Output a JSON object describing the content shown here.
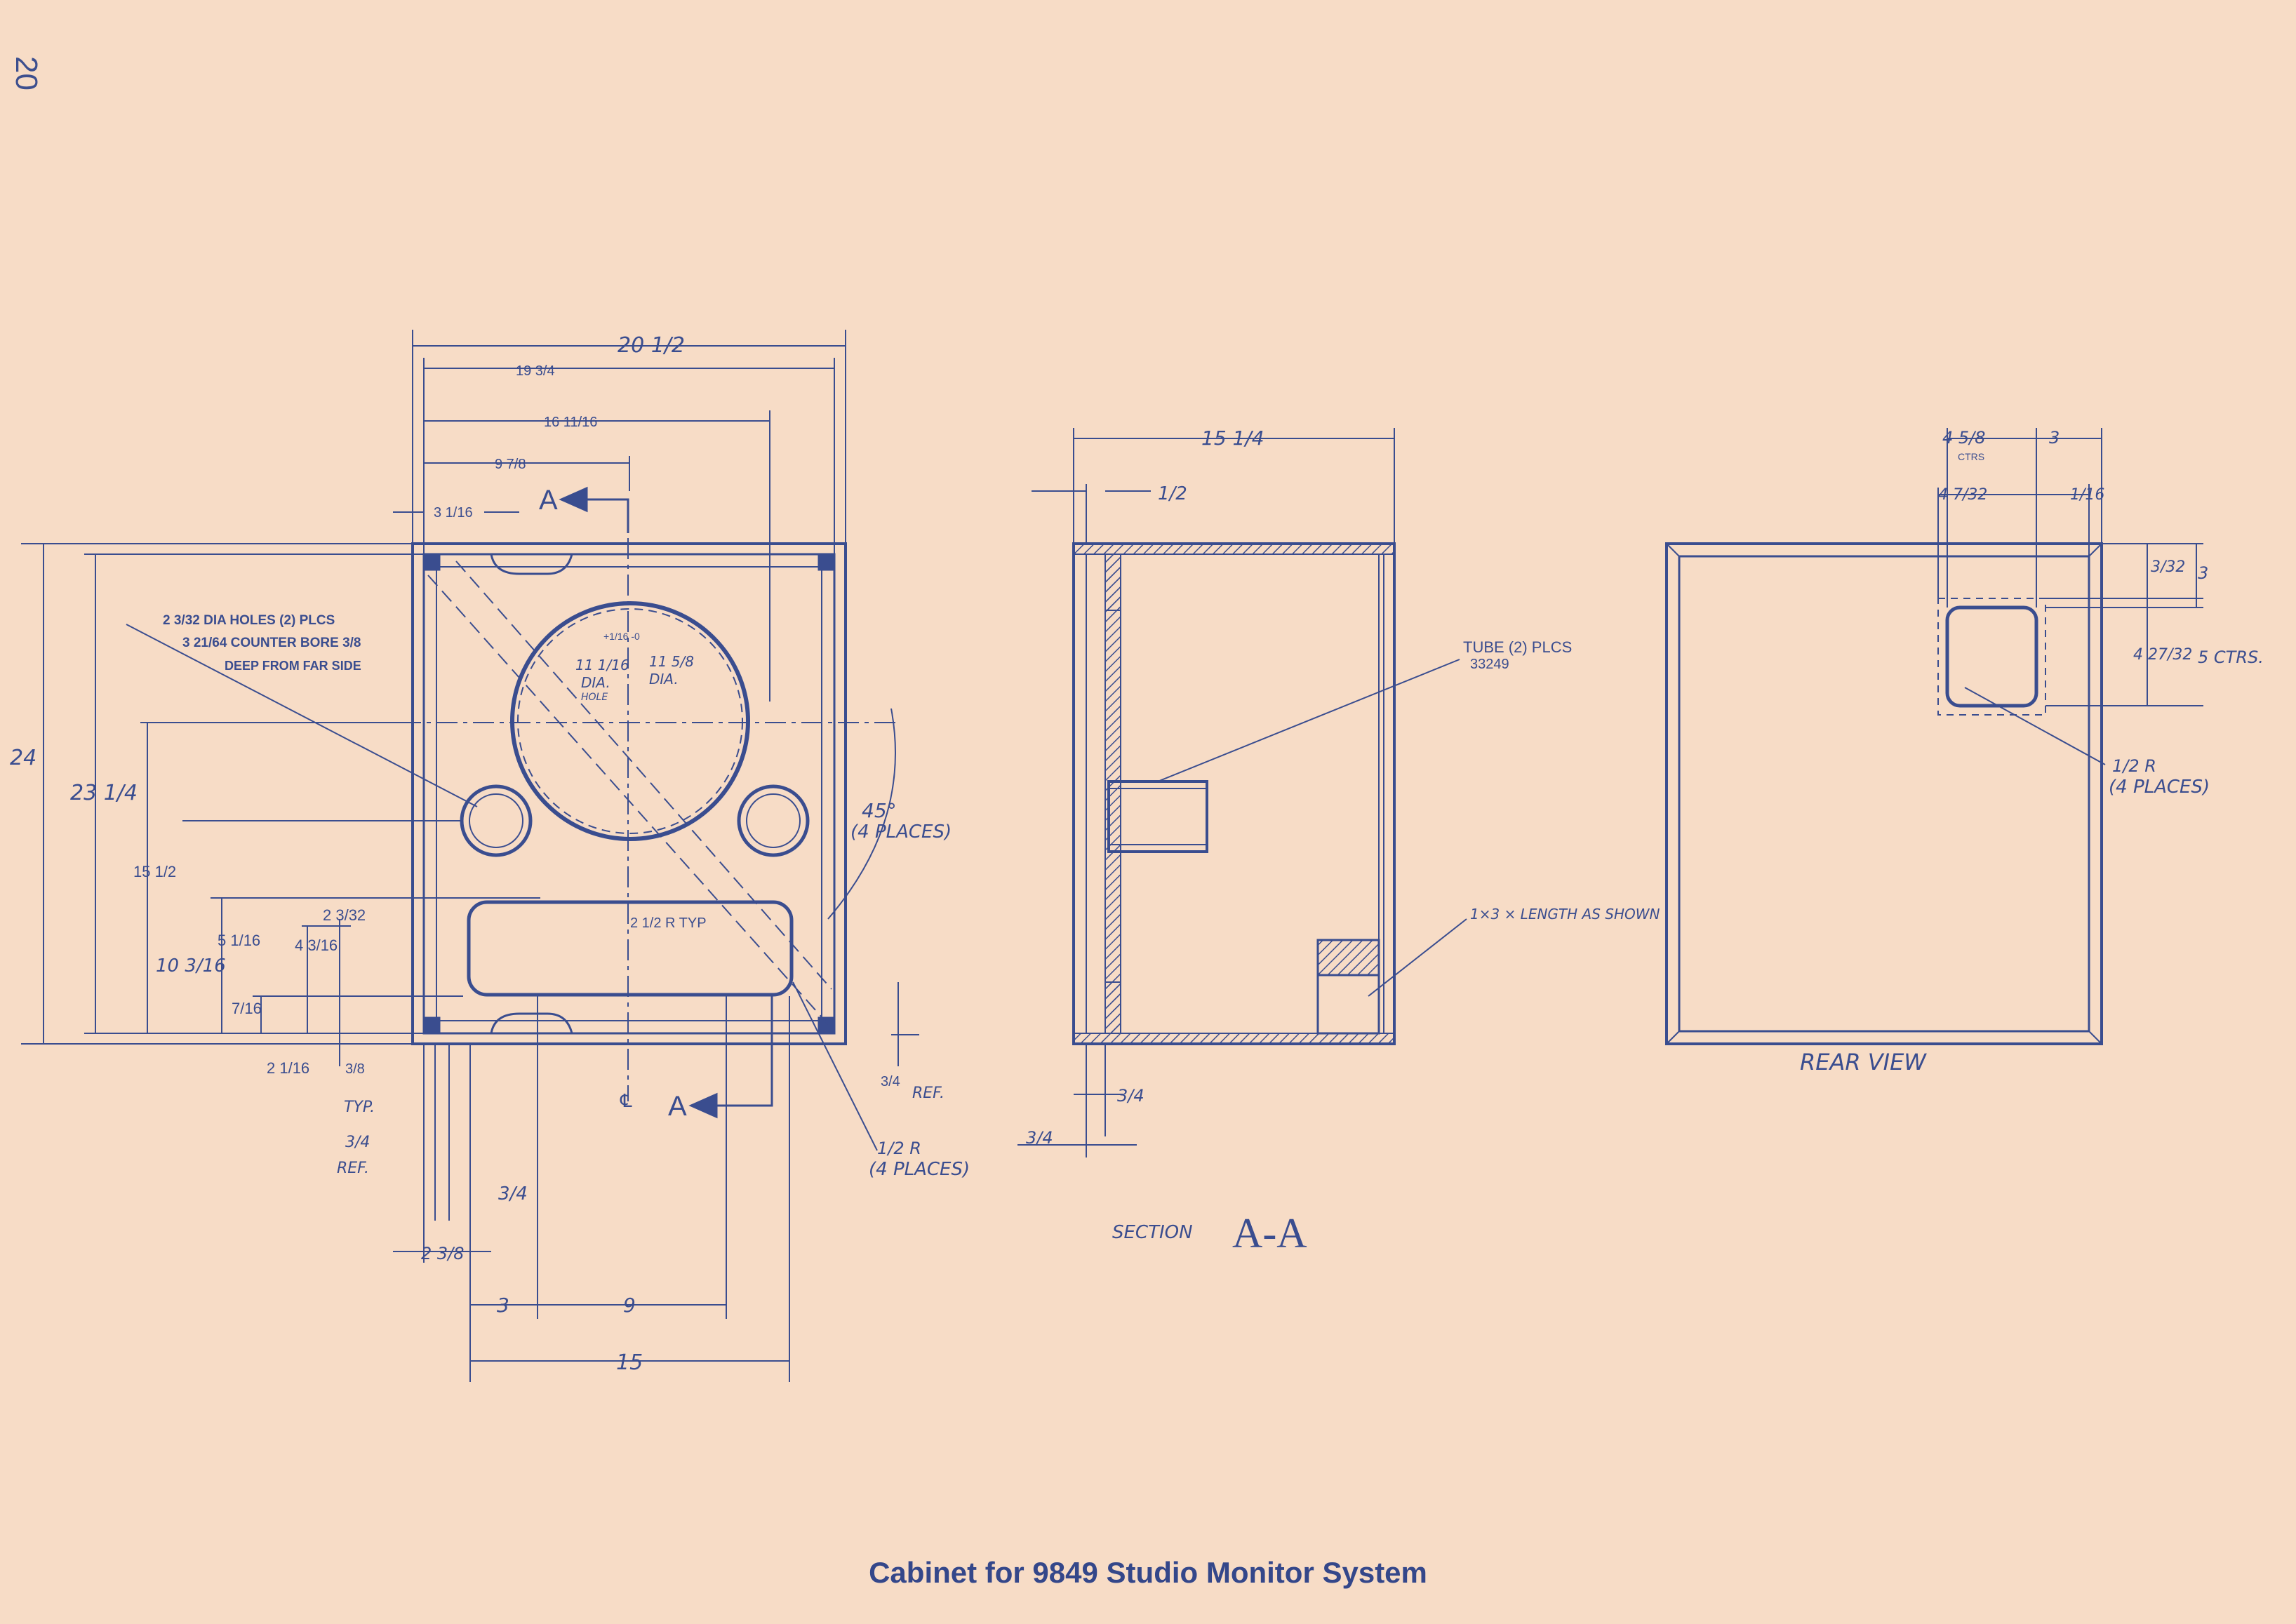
{
  "page_number": "20",
  "caption": "Cabinet for 9849 Studio Monitor System",
  "colors": {
    "paper": "#f7dcc6",
    "ink": "#3a4d8f"
  },
  "front": {
    "dims": {
      "w_20_1_2": "20 1/2",
      "w_19_3_4": "19 3/4",
      "w_16_11_16": "16 11/16",
      "w_9_7_8": "9 7/8",
      "w_3_1_16": "3 1/16",
      "h_24": "24",
      "h_23_1_4": "23 1/4",
      "h_15_1_2": "15 1/2",
      "h_10_3_16": "10 3/16",
      "h_5_1_16": "5 1/16",
      "h_4_3_16": "4 3/16",
      "h_2_3_32": "2 3/32",
      "h_7_16": "7/16",
      "h_2_1_16": "2 1/16",
      "d_3_8": "3/8",
      "d_3_4_ref": "3/4",
      "ref": "REF.",
      "typ": "TYP.",
      "b_3_4": "3/4",
      "b_2_3_8": "2 3/8",
      "b_3": "3",
      "b_9": "9",
      "b_15": "15",
      "side_3_4_ref": "3/4",
      "side_ref": "REF."
    },
    "notes": {
      "holes_1": "2 3/32 DIA HOLES (2) PLCS",
      "holes_2": "3 21/64 COUNTER BORE 3/8",
      "holes_3": "DEEP FROM FAR SIDE",
      "woofer_hole_1": "11 1/16",
      "woofer_hole_2": "DIA.",
      "woofer_hole_3": "HOLE",
      "tol": "+1/16 -0",
      "woofer_dia_1": "11 5/8",
      "woofer_dia_2": "DIA.",
      "angle_1": "45°",
      "angle_2": "(4 PLACES)",
      "radius_typ": "2 1/2 R TYP",
      "radius_half_1": "1/2 R",
      "radius_half_2": "(4 PLACES)",
      "section_mark_a": "A",
      "centerline": "℄"
    }
  },
  "section": {
    "dims": {
      "depth": "15 1/4",
      "front_1_2": "1/2",
      "bottom_3_4": "3/4",
      "side_3_4": "3/4"
    },
    "notes": {
      "tube_1": "TUBE (2) PLCS",
      "tube_2": "33249",
      "cleat": "1×3 × LENGTH AS SHOWN",
      "label_prefix": "SECTION",
      "label_letters": "A-A"
    }
  },
  "rear": {
    "dims": {
      "top_4_5_8": "4 5/8",
      "top_ctrs": "CTRS",
      "top_3": "3",
      "mid_4_7_32": "4 7/32",
      "mid_1_16": "1/16",
      "r_3_32": "3/32",
      "r_3": "3",
      "r_4_27_32": "4 27/32",
      "r_5ctrs": "5 CTRS."
    },
    "notes": {
      "radius_1": "1/2 R",
      "radius_2": "(4 PLACES)",
      "label": "REAR VIEW"
    }
  }
}
